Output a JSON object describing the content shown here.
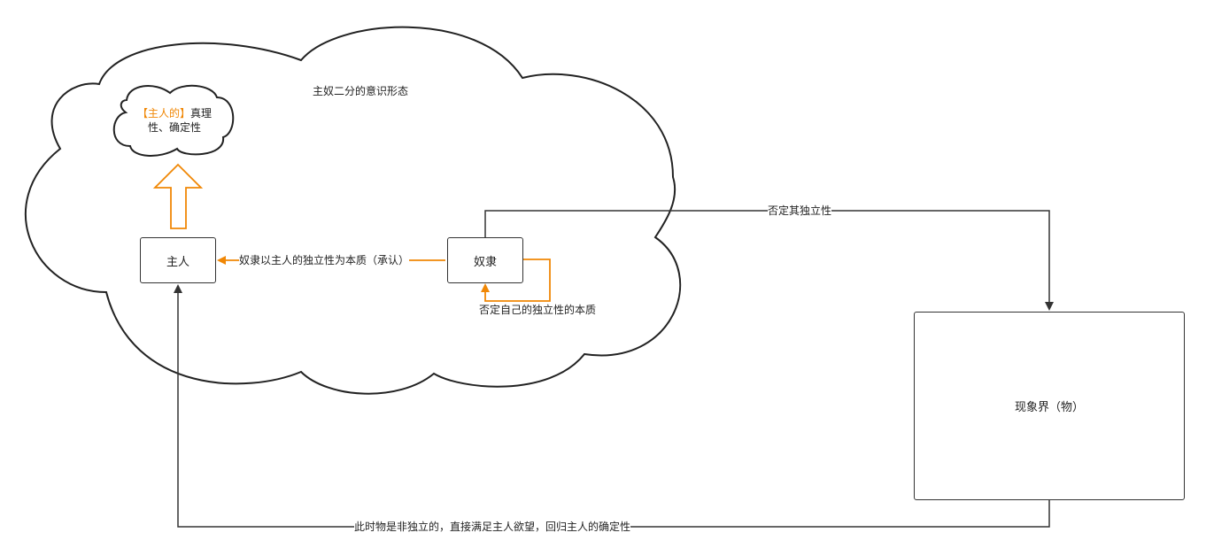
{
  "colors": {
    "line": "#333333",
    "accent": "#f08705",
    "background": "#ffffff"
  },
  "big_cloud": {
    "title": "主奴二分的意识形态"
  },
  "small_cloud": {
    "highlight": "【主人的】",
    "line1_rest": "真理",
    "line2": "性、确定性"
  },
  "nodes": {
    "master": "主人",
    "slave": "奴隶",
    "phenomenal_world": "现象界（物）"
  },
  "edges": {
    "slave_to_master": "奴隶以主人的独立性为本质（承认）",
    "slave_self_negation": "否定自己的独立性的本质",
    "slave_to_world": "否定其独立性",
    "world_to_master": "此时物是非独立的，直接满足主人欲望，回归主人的确定性"
  }
}
